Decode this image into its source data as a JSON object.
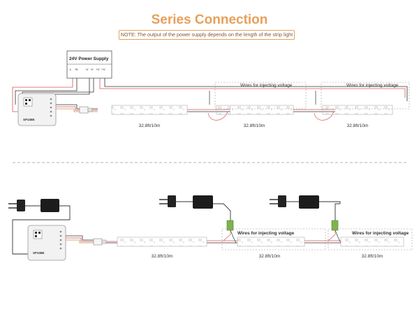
{
  "title": "Series Connection",
  "note": "NOTE: The output of the power supply depends on the length of the strip light",
  "top": {
    "psu_label": "24V Power Supply",
    "psu_terminals": [
      "L",
      "N",
      "",
      "-V",
      "-V",
      "+V",
      "+V"
    ],
    "controller_brand": "SP108E",
    "injection_labels": [
      "Wires for injecting voltage",
      "Wires for injecting voltage"
    ],
    "strip_lengths": [
      "32.8ft/10m",
      "32.8ft/10m",
      "32.8ft/10m"
    ]
  },
  "bottom": {
    "controller_brand": "SP108E",
    "injection_labels": [
      "Wires for injecting voltage",
      "Wires for injecting voltage"
    ],
    "strip_lengths": [
      "32.8ft/10m",
      "32.8ft/10m",
      "32.8ft/10m"
    ]
  },
  "colors": {
    "accent": "#e8a05a",
    "wire_red": "#d9534f",
    "wire_dark": "#333333",
    "connector_green": "#7fb34d",
    "strip_border": "#b8b8b8",
    "dashed": "#9a9a9a"
  }
}
